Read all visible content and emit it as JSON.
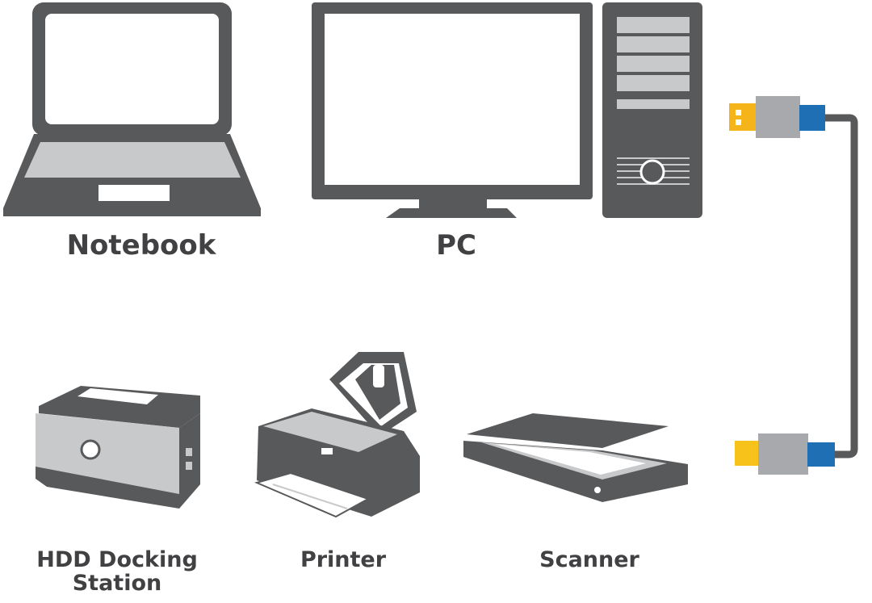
{
  "labels": {
    "notebook": "Notebook",
    "pc": "PC",
    "hdd_line1": "HDD Docking",
    "hdd_line2": "Station",
    "printer": "Printer",
    "scanner": "Scanner"
  },
  "colors": {
    "device": "#58595b",
    "device_light": "#c8c9cb",
    "screen": "#ffffff",
    "text": "#414042",
    "cable": "#58595b",
    "connector_grey": "#a7a9ac",
    "connector_blue": "#1f6fb4",
    "usb_a_gold": "#f5b41a",
    "mini_usb_yellow": "#f7c21a"
  },
  "icons": [
    "notebook-icon",
    "pc-monitor-icon",
    "pc-tower-icon",
    "usb-a-plug-icon",
    "usb-mini-plug-icon",
    "hdd-docking-station-icon",
    "printer-icon",
    "scanner-icon"
  ]
}
